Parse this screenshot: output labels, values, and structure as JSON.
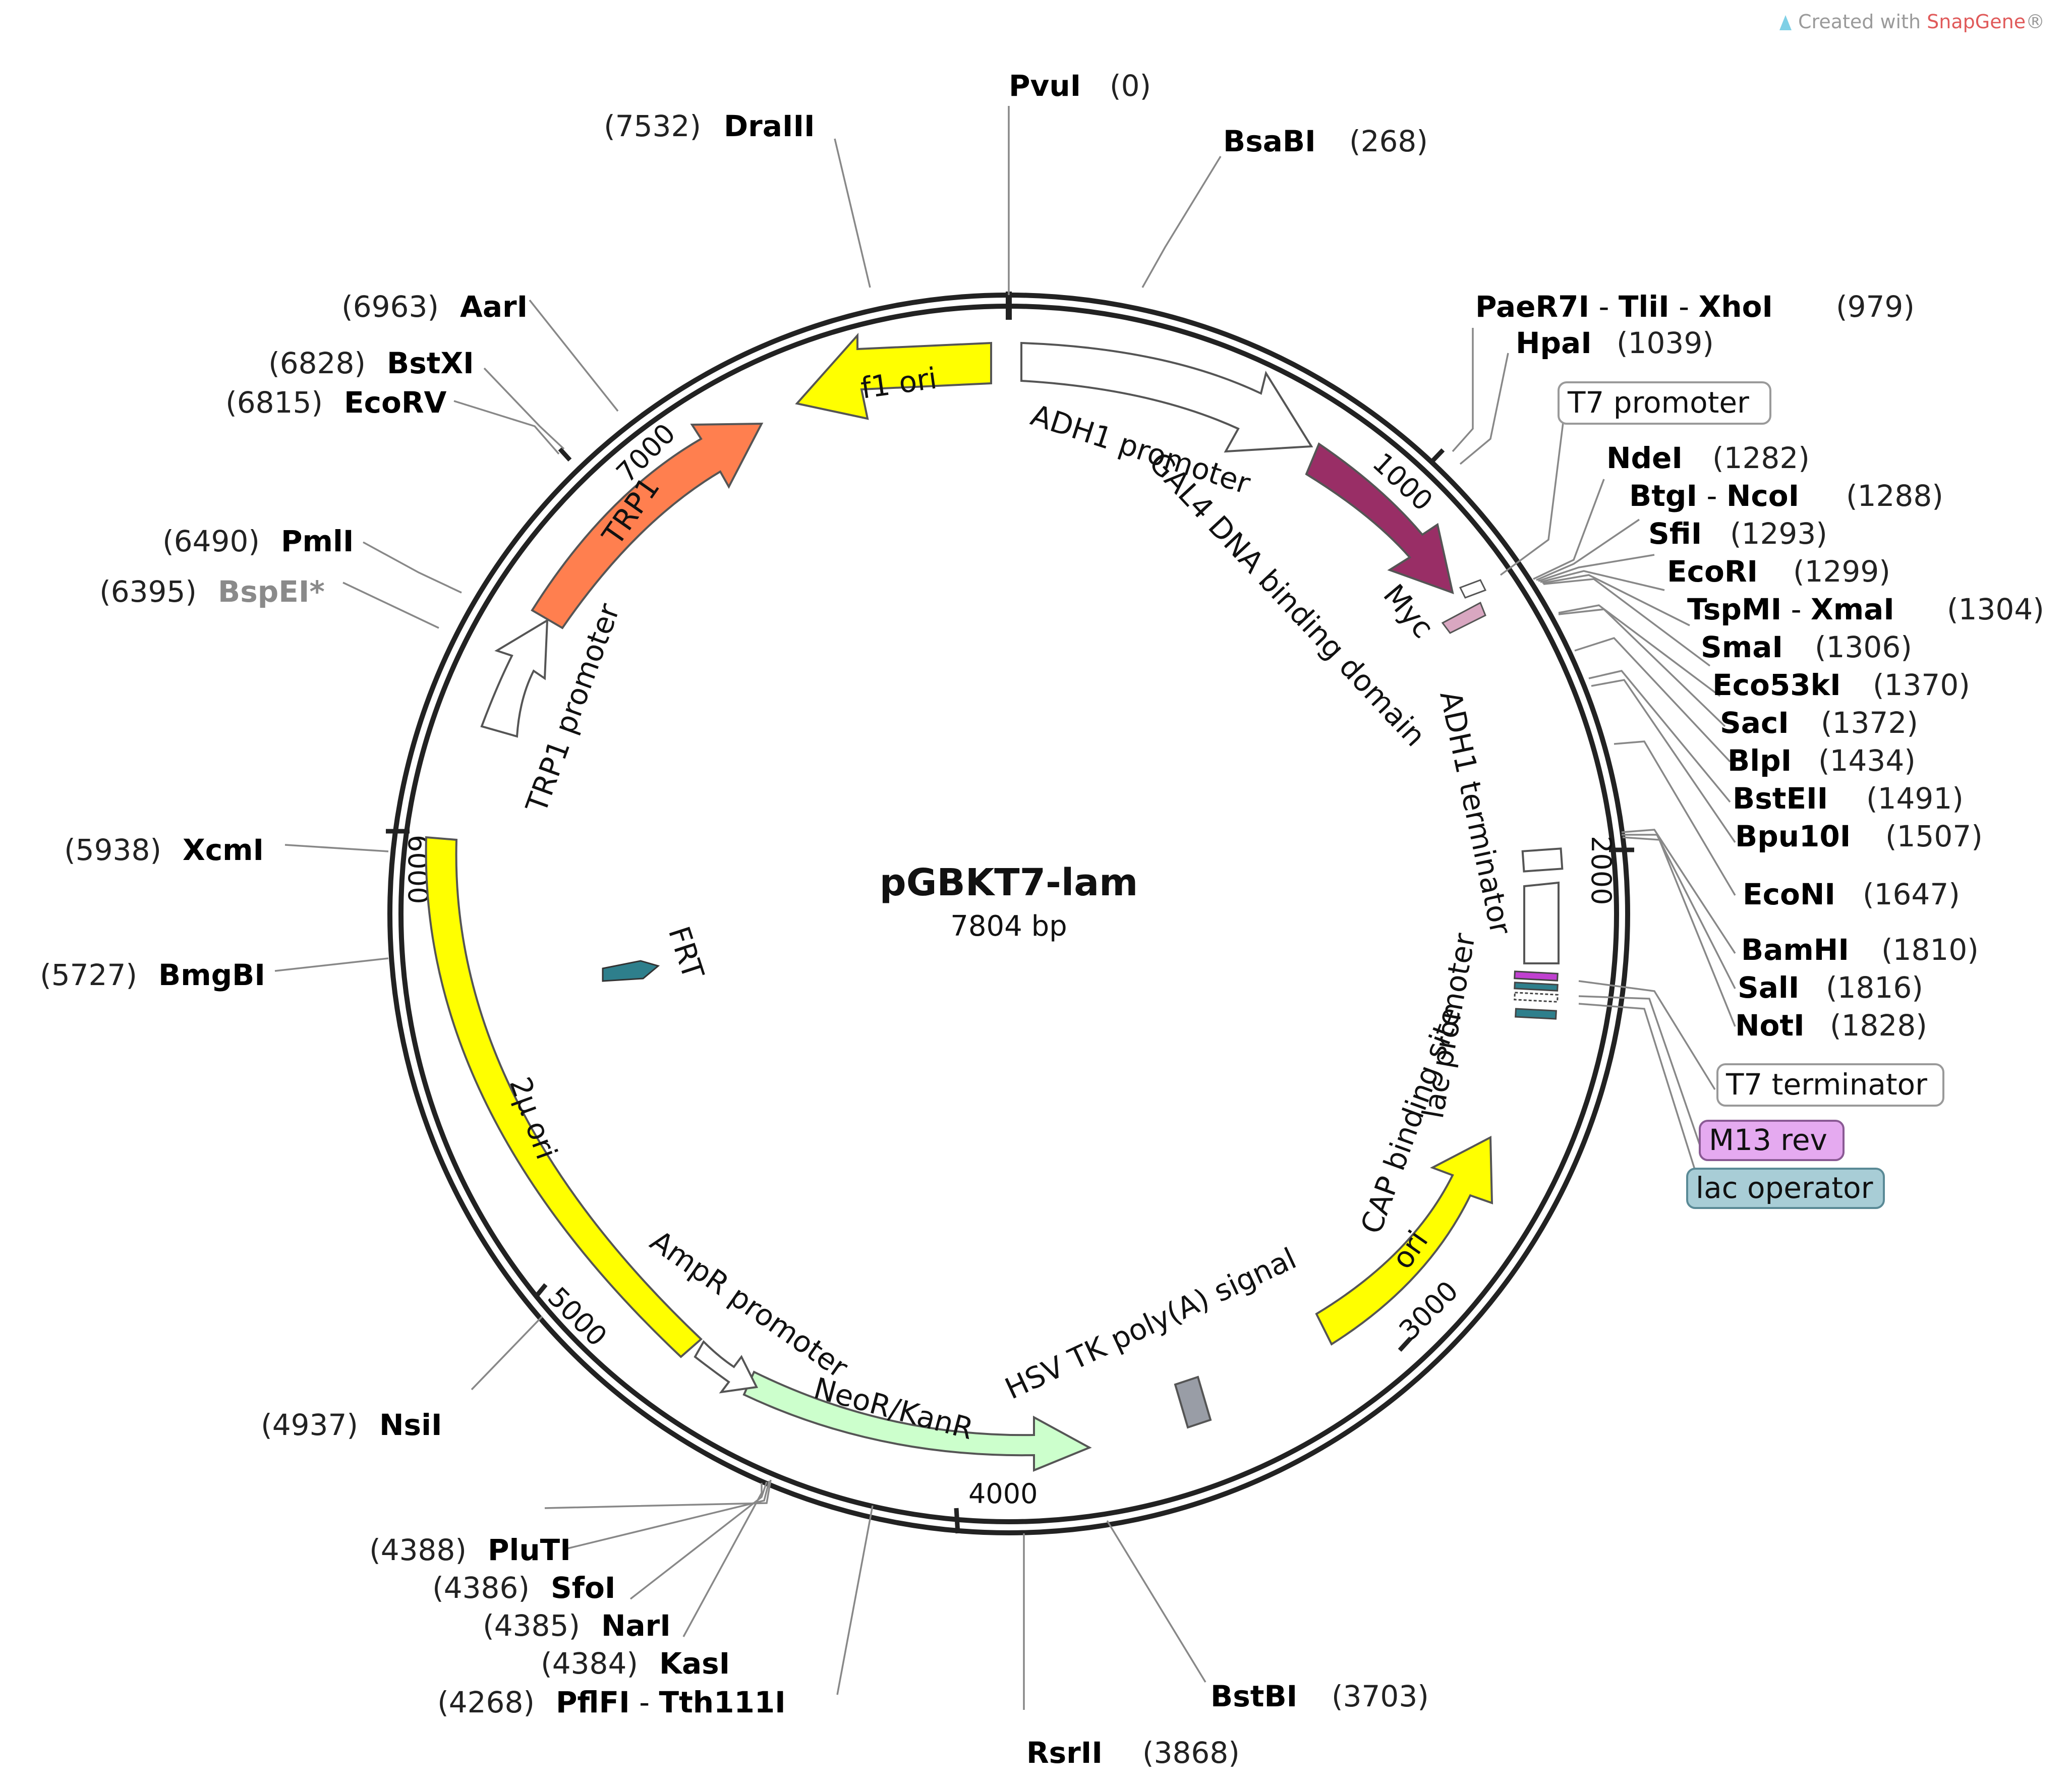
{
  "plasmid": {
    "name": "pGBKT7-lam",
    "length_label": "7804 bp",
    "length": 7804
  },
  "credit": {
    "prefix": "Created with ",
    "brand": "SnapGene",
    "suffix": "®"
  },
  "colors": {
    "trp1": "#ff7f4f",
    "f1_ori": "#ffff00",
    "gal4": "#992e66",
    "myc": "#d9a7c1",
    "two_mu_ori": "#ffff00",
    "neo": "#ccffcc",
    "ori": "#ffff00",
    "frt": "#2e7f8c",
    "hsv": "#999da6",
    "m13": "#e5aaf0",
    "lac_op": "#a8cdd6",
    "outline": "#ffffff"
  },
  "ticks": [
    {
      "label": "1000",
      "bp": 1000
    },
    {
      "label": "2000",
      "bp": 2000
    },
    {
      "label": "3000",
      "bp": 3000
    },
    {
      "label": "4000",
      "bp": 4000
    },
    {
      "label": "5000",
      "bp": 5000
    },
    {
      "label": "6000",
      "bp": 6000
    },
    {
      "label": "7000",
      "bp": 7000
    }
  ],
  "features": [
    {
      "name": "f1 ori",
      "color": "#ffff00",
      "label": "f1 ori"
    },
    {
      "name": "ADH1 promoter",
      "color": "#ffffff",
      "label": "ADH1 promoter"
    },
    {
      "name": "GAL4 DNA binding domain",
      "color": "#992e66",
      "label": "GAL4 DNA binding domain"
    },
    {
      "name": "Myc",
      "color": "#d9a7c1",
      "label": "Myc"
    },
    {
      "name": "ADH1 terminator",
      "color": "#ffffff",
      "label": "ADH1 terminator"
    },
    {
      "name": "lac promoter",
      "color": "#ffffff",
      "label": "lac promoter"
    },
    {
      "name": "CAP binding site",
      "color": "#ffffff",
      "label": "CAP binding site"
    },
    {
      "name": "ori",
      "color": "#ffff00",
      "label": "ori"
    },
    {
      "name": "HSV TK poly(A) signal",
      "color": "#999da6",
      "label": "HSV TK poly(A) signal"
    },
    {
      "name": "NeoR/KanR",
      "color": "#ccffcc",
      "label": "NeoR/KanR"
    },
    {
      "name": "AmpR promoter",
      "color": "#ffffff",
      "label": "AmpR promoter"
    },
    {
      "name": "2μ ori",
      "color": "#ffff00",
      "label": "2μ ori"
    },
    {
      "name": "FRT",
      "color": "#2e7f8c",
      "label": "FRT"
    },
    {
      "name": "TRP1 promoter",
      "color": "#ffffff",
      "label": "TRP1 promoter"
    },
    {
      "name": "TRP1",
      "color": "#ff7f4f",
      "label": "TRP1"
    }
  ],
  "boxed_labels": [
    {
      "text": "T7 promoter",
      "fill": "#ffffff"
    },
    {
      "text": "T7 terminator",
      "fill": "#ffffff"
    },
    {
      "text": "M13 rev",
      "fill": "#e5aaf0"
    },
    {
      "text": "lac operator",
      "fill": "#a8cdd6"
    }
  ],
  "enzymes_right": [
    {
      "names": [
        "PvuI"
      ],
      "pos": "(0)"
    },
    {
      "names": [
        "BsaBI"
      ],
      "pos": "(268)"
    },
    {
      "names": [
        "PaeR7I",
        "TliI",
        "XhoI"
      ],
      "pos": "(979)"
    },
    {
      "names": [
        "HpaI"
      ],
      "pos": "(1039)"
    },
    {
      "names": [
        "NdeI"
      ],
      "pos": "(1282)"
    },
    {
      "names": [
        "BtgI",
        "NcoI"
      ],
      "pos": "(1288)"
    },
    {
      "names": [
        "SfiI"
      ],
      "pos": "(1293)"
    },
    {
      "names": [
        "EcoRI"
      ],
      "pos": "(1299)"
    },
    {
      "names": [
        "TspMI",
        "XmaI"
      ],
      "pos": "(1304)"
    },
    {
      "names": [
        "SmaI"
      ],
      "pos": "(1306)"
    },
    {
      "names": [
        "Eco53kI"
      ],
      "pos": "(1370)"
    },
    {
      "names": [
        "SacI"
      ],
      "pos": "(1372)"
    },
    {
      "names": [
        "BlpI"
      ],
      "pos": "(1434)"
    },
    {
      "names": [
        "BstEII"
      ],
      "pos": "(1491)"
    },
    {
      "names": [
        "Bpu10I"
      ],
      "pos": "(1507)"
    },
    {
      "names": [
        "EcoNI"
      ],
      "pos": "(1647)"
    },
    {
      "names": [
        "BamHI"
      ],
      "pos": "(1810)"
    },
    {
      "names": [
        "SalI"
      ],
      "pos": "(1816)"
    },
    {
      "names": [
        "NotI"
      ],
      "pos": "(1828)"
    },
    {
      "names": [
        "BstBI"
      ],
      "pos": "(3703)"
    },
    {
      "names": [
        "RsrII"
      ],
      "pos": "(3868)"
    }
  ],
  "enzymes_left": [
    {
      "names": [
        "DraIII"
      ],
      "pos": "(7532)"
    },
    {
      "names": [
        "AarI"
      ],
      "pos": "(6963)"
    },
    {
      "names": [
        "BstXI"
      ],
      "pos": "(6828)"
    },
    {
      "names": [
        "EcoRV"
      ],
      "pos": "(6815)"
    },
    {
      "names": [
        "PmlI"
      ],
      "pos": "(6490)"
    },
    {
      "names": [
        "BspEI*"
      ],
      "pos": "(6395)",
      "dim": true
    },
    {
      "names": [
        "XcmI"
      ],
      "pos": "(5938)"
    },
    {
      "names": [
        "BmgBI"
      ],
      "pos": "(5727)"
    },
    {
      "names": [
        "NsiI"
      ],
      "pos": "(4937)"
    },
    {
      "names": [
        "PluTI"
      ],
      "pos": "(4388)"
    },
    {
      "names": [
        "SfoI"
      ],
      "pos": "(4386)"
    },
    {
      "names": [
        "NarI"
      ],
      "pos": "(4385)"
    },
    {
      "names": [
        "KasI"
      ],
      "pos": "(4384)"
    },
    {
      "names": [
        "PflFI",
        "Tth111I"
      ],
      "pos": "(4268)"
    }
  ]
}
